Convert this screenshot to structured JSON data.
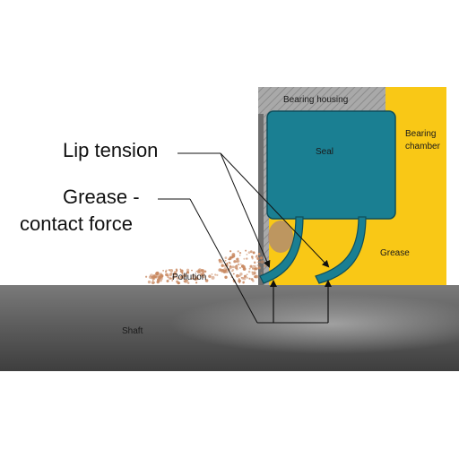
{
  "labels": {
    "bearing_housing": "Bearing housing",
    "bearing_chamber_line1": "Bearing",
    "bearing_chamber_line2": "chamber",
    "seal": "Seal",
    "grease": "Grease",
    "pollution": "Pollution",
    "shaft": "Shaft",
    "lip_tension": "Lip tension",
    "grease_contact_force_line1": "Grease -",
    "grease_contact_force_line2": "contact force"
  },
  "colors": {
    "seal": "#1a7f92",
    "grease": "#f9c816",
    "housing": "#a8a8a8",
    "shaft": "#5f5f5f",
    "pollution": "#c98a63",
    "arrow": "#111111"
  }
}
